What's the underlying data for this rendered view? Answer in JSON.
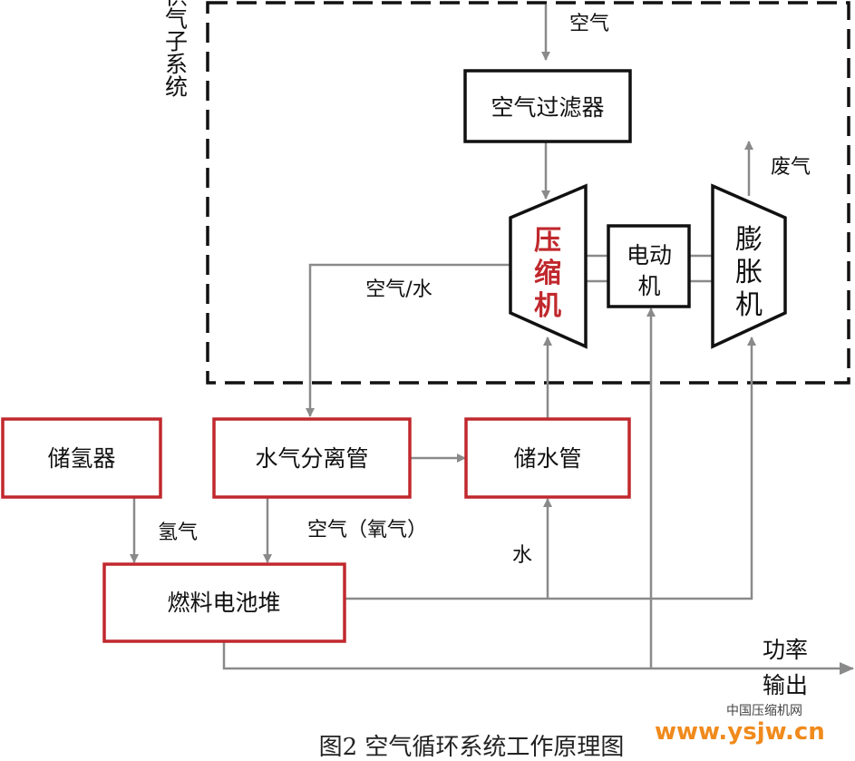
{
  "subsystem_label": "供气子系统",
  "components": {
    "air_filter": "空气过滤器",
    "compressor": [
      "压",
      "缩",
      "机"
    ],
    "motor": [
      "电动",
      "机"
    ],
    "expander": [
      "膨",
      "胀",
      "机"
    ],
    "hydrogen_tank": "储氢器",
    "water_separator": "水气分离管",
    "water_tank": "储水管",
    "fuel_cell_stack": "燃料电池堆"
  },
  "flows": {
    "air_in": "空气",
    "exhaust": "废气",
    "air_water": "空气/水",
    "hydrogen": "氢气",
    "air_oxygen": "空气（氧气）",
    "water": "水",
    "power_output": [
      "功率",
      "输出"
    ]
  },
  "watermark": {
    "site_name": "中国压缩机网",
    "url": "www.ysjw.cn"
  },
  "caption": "图2 空气循环系统工作原理图",
  "colors": {
    "red_box": "#c0282d",
    "compressor_text": "#c0282d",
    "arrow": "#8a8a8a",
    "watermark": "#f08a1c"
  }
}
